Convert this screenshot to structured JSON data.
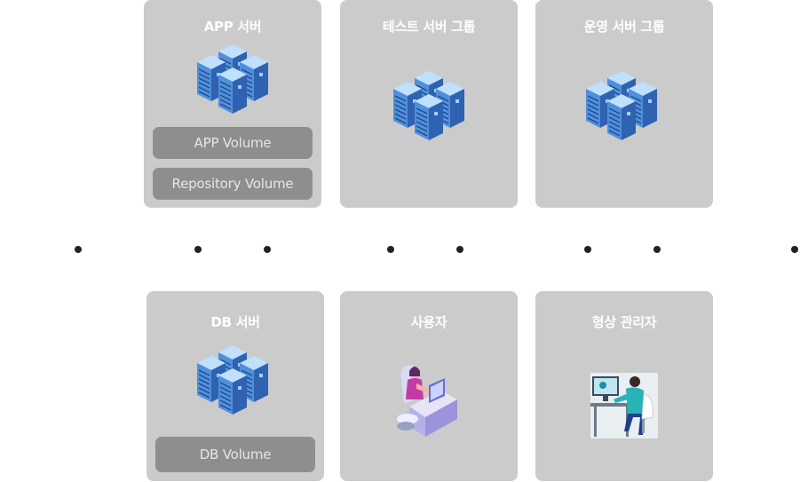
{
  "cards": {
    "app_server": {
      "title": "APP 서버",
      "volumes": [
        "APP Volume",
        "Repository Volume"
      ]
    },
    "test_group": {
      "title": "테스트 서버 그룹"
    },
    "prod_group": {
      "title": "운영 서버 그룹"
    },
    "db_server": {
      "title": "DB 서버",
      "volumes": [
        "DB Volume"
      ]
    },
    "user": {
      "title": "사용자"
    },
    "config_manager": {
      "title": "형상 관리자"
    }
  },
  "icons": {
    "server_cluster": "server-cluster-icon",
    "user": "user-at-desk-icon",
    "manager": "person-at-computer-icon"
  },
  "colors": {
    "card_bg": "#cbcbcb",
    "volume_bg": "#8e8e8e",
    "server_blue": "#3f78c9",
    "dot": "#222222"
  }
}
